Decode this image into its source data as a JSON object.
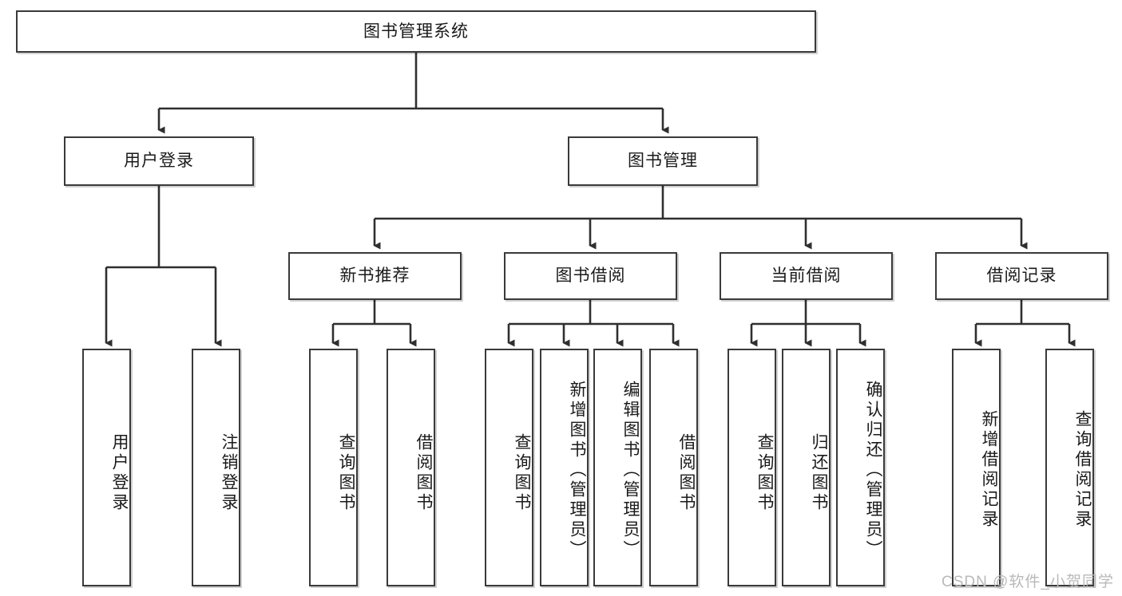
{
  "diagram": {
    "title": "图书管理系统",
    "type": "tree-hierarchy",
    "levels": {
      "root": {
        "label": "图书管理系统"
      },
      "level2": [
        {
          "label": "用户登录"
        },
        {
          "label": "图书管理"
        }
      ],
      "level3": [
        {
          "label": "新书推荐"
        },
        {
          "label": "图书借阅"
        },
        {
          "label": "当前借阅"
        },
        {
          "label": "借阅记录"
        }
      ],
      "leaves_user_login": [
        {
          "label": "用户登录"
        },
        {
          "label": "注销登录"
        }
      ],
      "leaves_new_book": [
        {
          "label": "查询图书"
        },
        {
          "label": "借阅图书"
        }
      ],
      "leaves_borrow": [
        {
          "label": "查询图书"
        },
        {
          "label": "新增图书（管理员）"
        },
        {
          "label": "编辑图书（管理员）"
        },
        {
          "label": "借阅图书"
        }
      ],
      "leaves_current": [
        {
          "label": "查询图书"
        },
        {
          "label": "归还图书"
        },
        {
          "label": "确认归还（管理员）"
        }
      ],
      "leaves_records": [
        {
          "label": "新增借阅记录"
        },
        {
          "label": "查询借阅记录"
        }
      ]
    }
  },
  "watermark": {
    "text": "CSDN @软件_小贺同学"
  },
  "colors": {
    "stroke": "#3a3a3a",
    "text": "#1a1a1a",
    "background": "#ffffff",
    "watermark": "#b9b9b9"
  }
}
